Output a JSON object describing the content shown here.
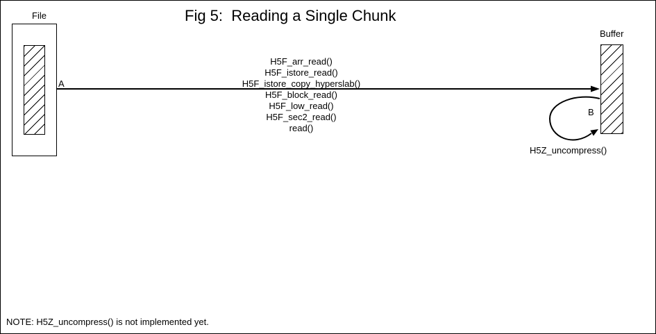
{
  "title": "Fig 5:  Reading a Single Chunk",
  "file": {
    "label": "File"
  },
  "buffer": {
    "label": "Buffer"
  },
  "read_path": {
    "label": "A",
    "functions": [
      "H5F_arr_read()",
      "H5F_istore_read()",
      "H5F_istore_copy_hyperslab()",
      "H5F_block_read()",
      "H5F_low_read()",
      "H5F_sec2_read()",
      "read()"
    ]
  },
  "uncompress_loop": {
    "label": "B",
    "function": "H5Z_uncompress()"
  },
  "note": "NOTE: H5Z_uncompress() is not implemented yet.",
  "colors": {
    "ink": "#000000",
    "background": "#ffffff"
  }
}
